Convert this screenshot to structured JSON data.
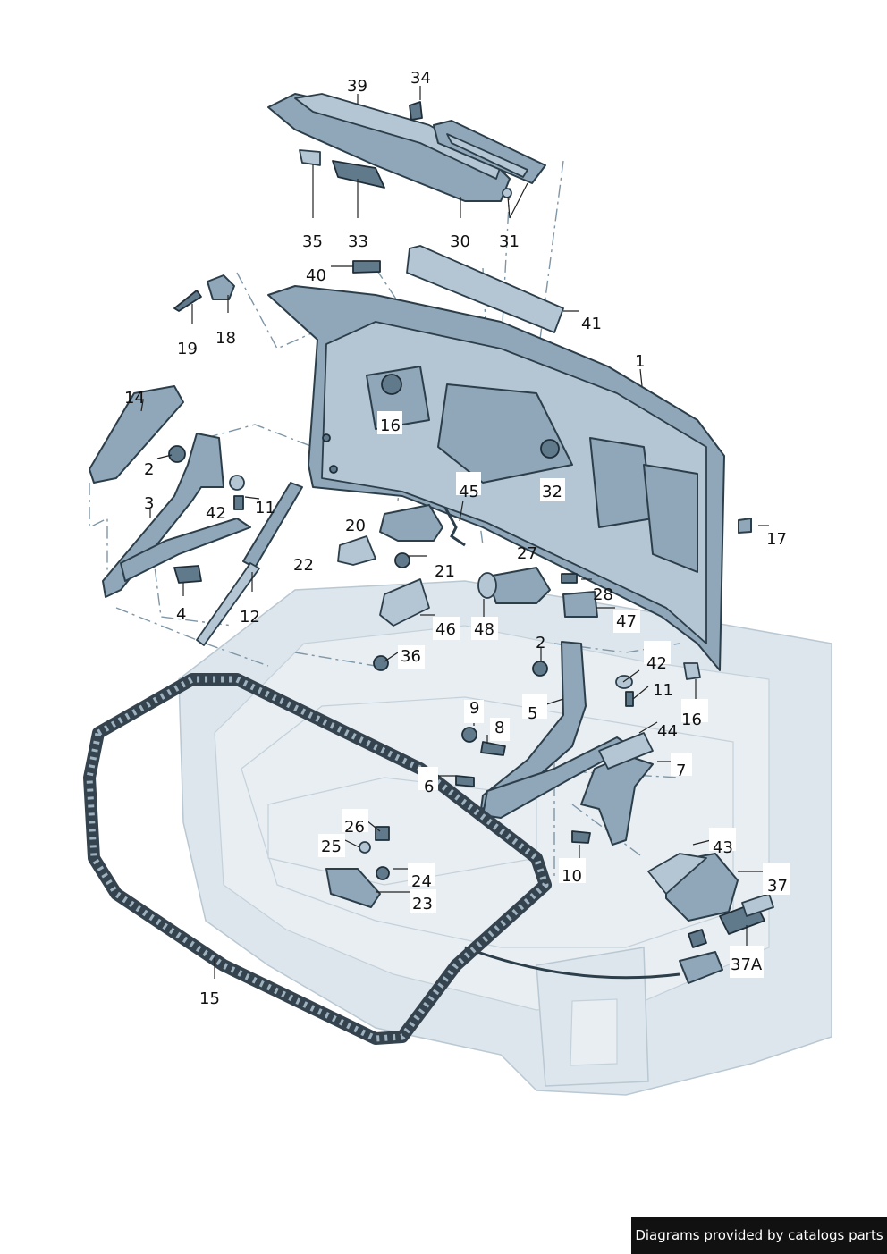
{
  "credit": "Diagrams provided by catalogs parts",
  "callouts": [
    "39",
    "34",
    "35",
    "33",
    "30",
    "31",
    "40",
    "41",
    "19",
    "18",
    "1",
    "14",
    "16",
    "32",
    "2",
    "3",
    "42",
    "11",
    "17",
    "45",
    "20",
    "22",
    "21",
    "27",
    "12",
    "4",
    "28",
    "46",
    "48",
    "47",
    "36",
    "2",
    "42",
    "11",
    "16",
    "9",
    "8",
    "5",
    "44",
    "7",
    "6",
    "26",
    "25",
    "24",
    "23",
    "10",
    "43",
    "37",
    "37A",
    "15"
  ]
}
